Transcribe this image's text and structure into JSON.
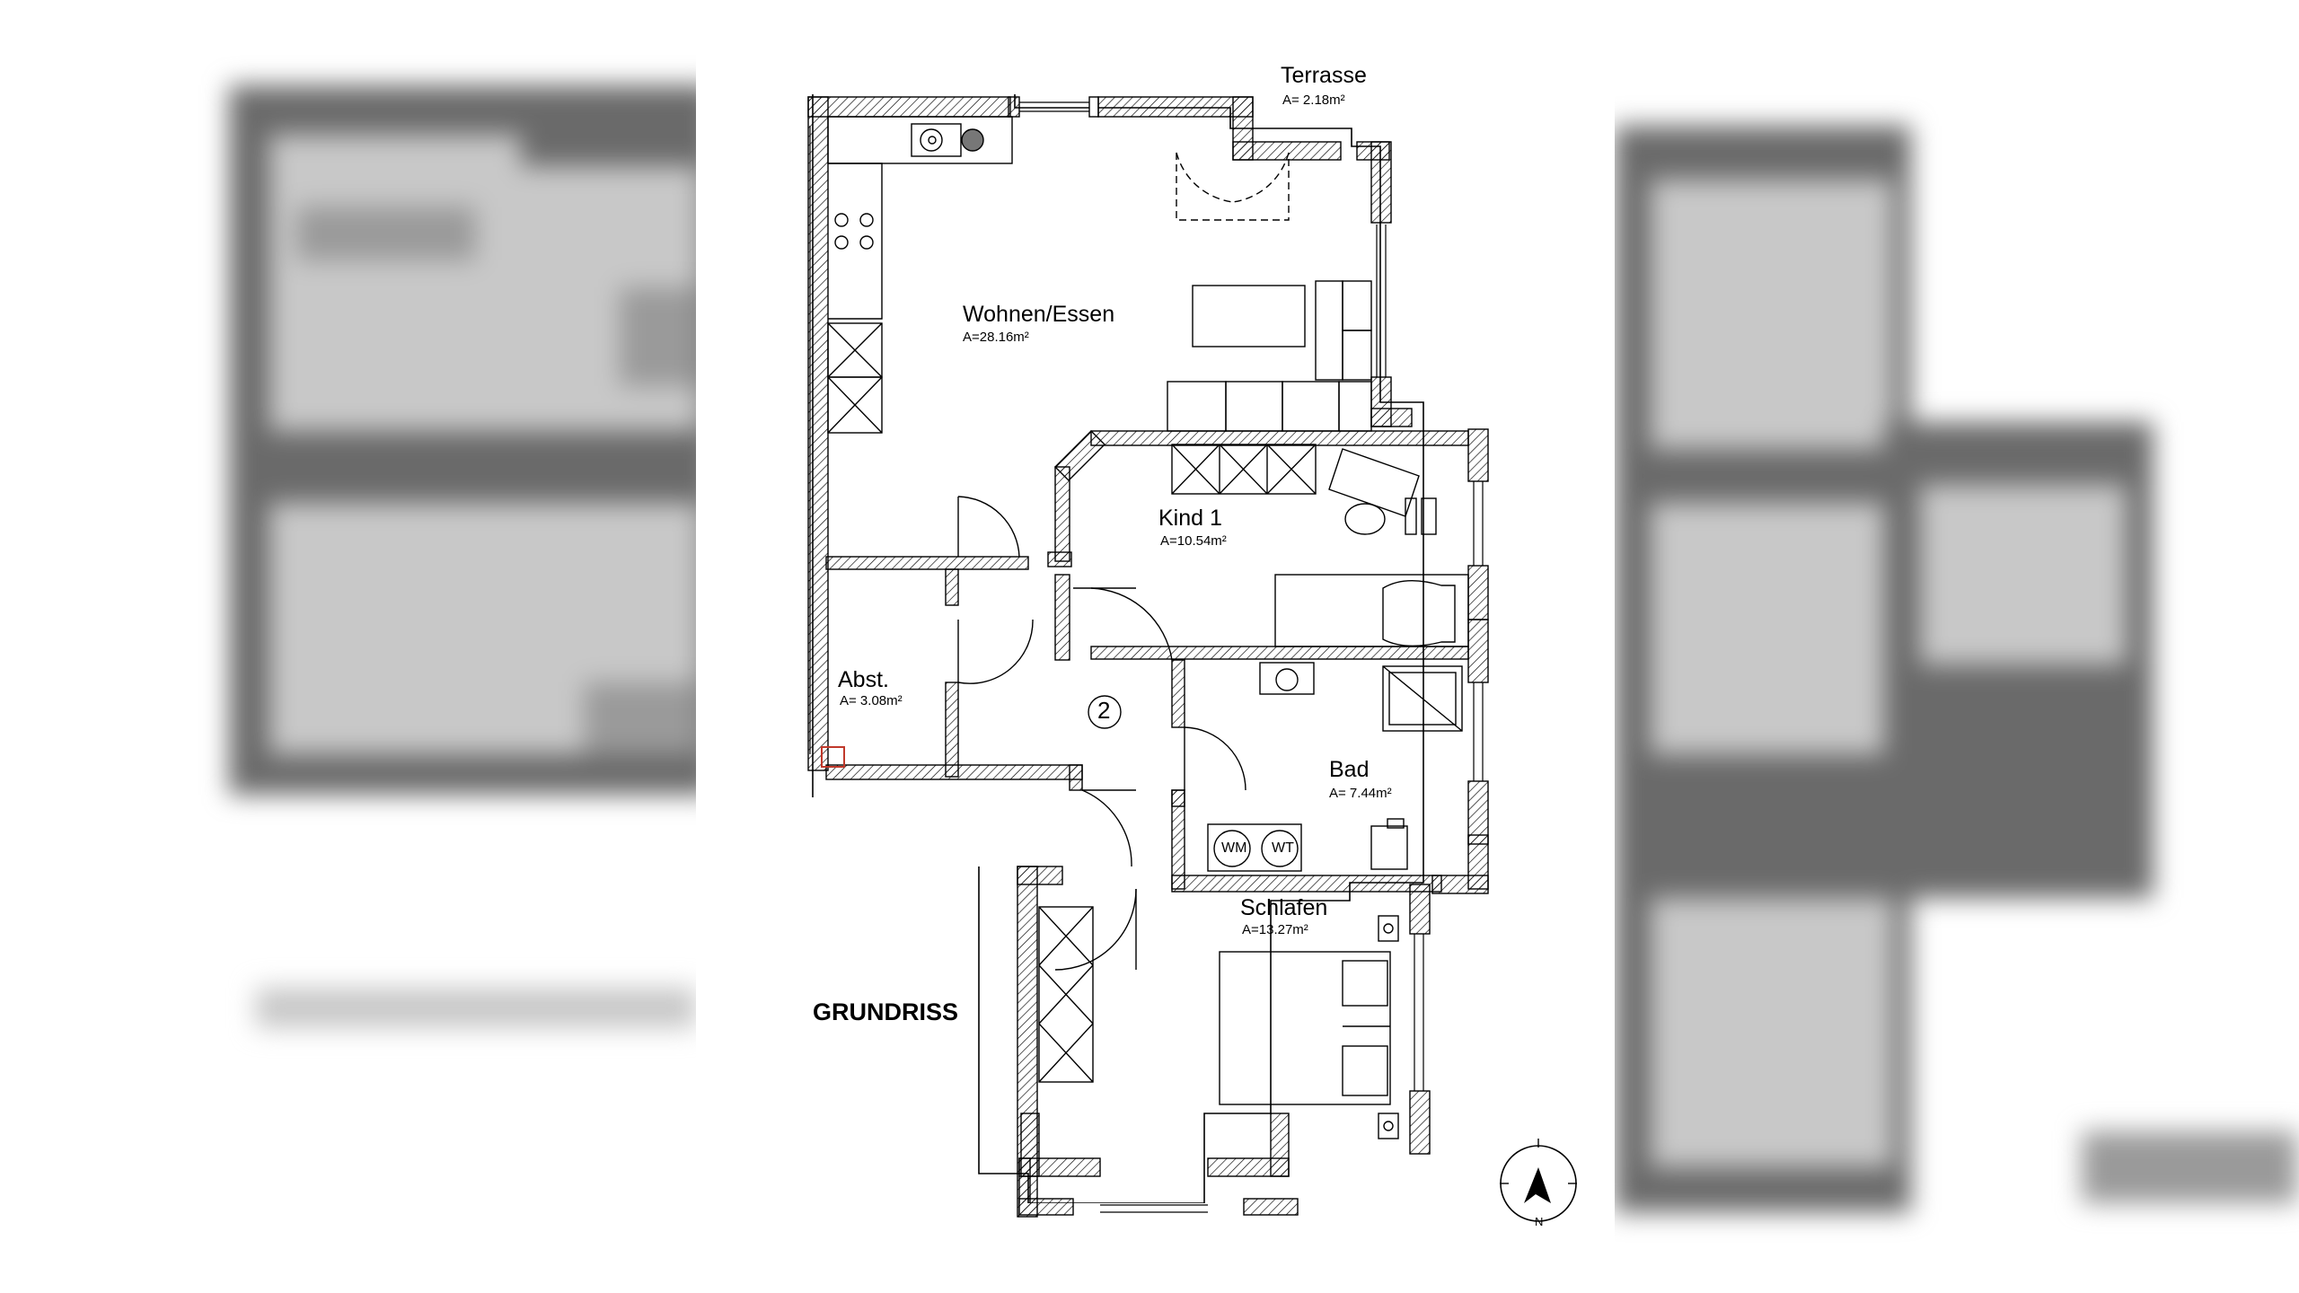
{
  "rooms": {
    "terrasse": {
      "name": "Terrasse",
      "area": "A=  2.18m²"
    },
    "wohnen": {
      "name": "Wohnen/Essen",
      "area": "A=28.16m²"
    },
    "kind": {
      "name": "Kind  1",
      "area": "A=10.54m²"
    },
    "abst": {
      "name": "Abst.",
      "area": "A=  3.08m²"
    },
    "bad": {
      "name": "Bad",
      "area": "A=  7.44m²"
    },
    "schlafen": {
      "name": "Schlafen",
      "area": "A=13.27m²"
    }
  },
  "appliances": {
    "wm": "WM",
    "wt": "WT"
  },
  "hallway_number": "2",
  "plan_title": "GRUNDRISS",
  "compass": {
    "label": "N",
    "icon": "north-arrow-icon"
  },
  "colors": {
    "line": "#000000",
    "hatch": "#000000",
    "marker": "#c0392b",
    "background": "#ffffff"
  }
}
